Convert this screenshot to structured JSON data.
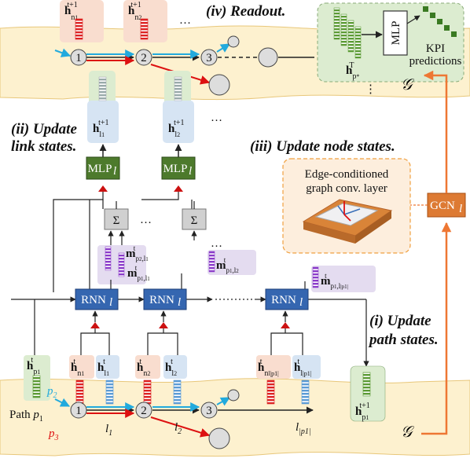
{
  "titles": {
    "readout": "(iv) Readout.",
    "update_link": [
      "(ii) Update",
      "link states."
    ],
    "update_node": "(iii) Update node states.",
    "update_path": [
      "(i) Update",
      "path states."
    ]
  },
  "boxes": {
    "mlp": "MLP",
    "mlp_l": "MLP",
    "mlp_l_sub": "l",
    "rnn": "RNN",
    "rnn_sub": "l",
    "gcn": "GCN",
    "gcn_sub": "l",
    "sum": "Σ",
    "edge_layer": [
      "Edge-conditioned",
      "graph conv. layer"
    ]
  },
  "readout": {
    "kpi": [
      "KPI",
      "predictions"
    ]
  },
  "graph_symbol": "𝒢",
  "nodes": [
    "1",
    "2",
    "3"
  ],
  "paths": {
    "path_label": "Path",
    "p1": "p",
    "p1_sub": "1",
    "p2": "p",
    "p2_sub": "2",
    "p3": "p",
    "p3_sub": "3"
  },
  "links": {
    "l1": "l",
    "l1_sub": "1",
    "l2": "l",
    "l2_sub": "2",
    "ln": "l",
    "ln_sub": "|p1|"
  },
  "ellipsis": "…",
  "colors": {
    "plane": "#fdf1cf",
    "plane_edge": "#e8c77a",
    "path_blue": "#22aadd",
    "path_red": "#dd1111",
    "green_box": "#4d7a2c",
    "blue_box": "#3566b0",
    "gcn_box": "#dd7a33",
    "orange_arrow": "#ee7733",
    "pink_bg": "#f9ddcf",
    "blue_bg": "#d6e4f3",
    "green_bg": "#dcecd0",
    "purple_bg": "#e4dcf0",
    "sum_box": "#d0d0d0",
    "edge_panel_bg": "#fdeedd",
    "edge_panel_border": "#f0a040"
  }
}
